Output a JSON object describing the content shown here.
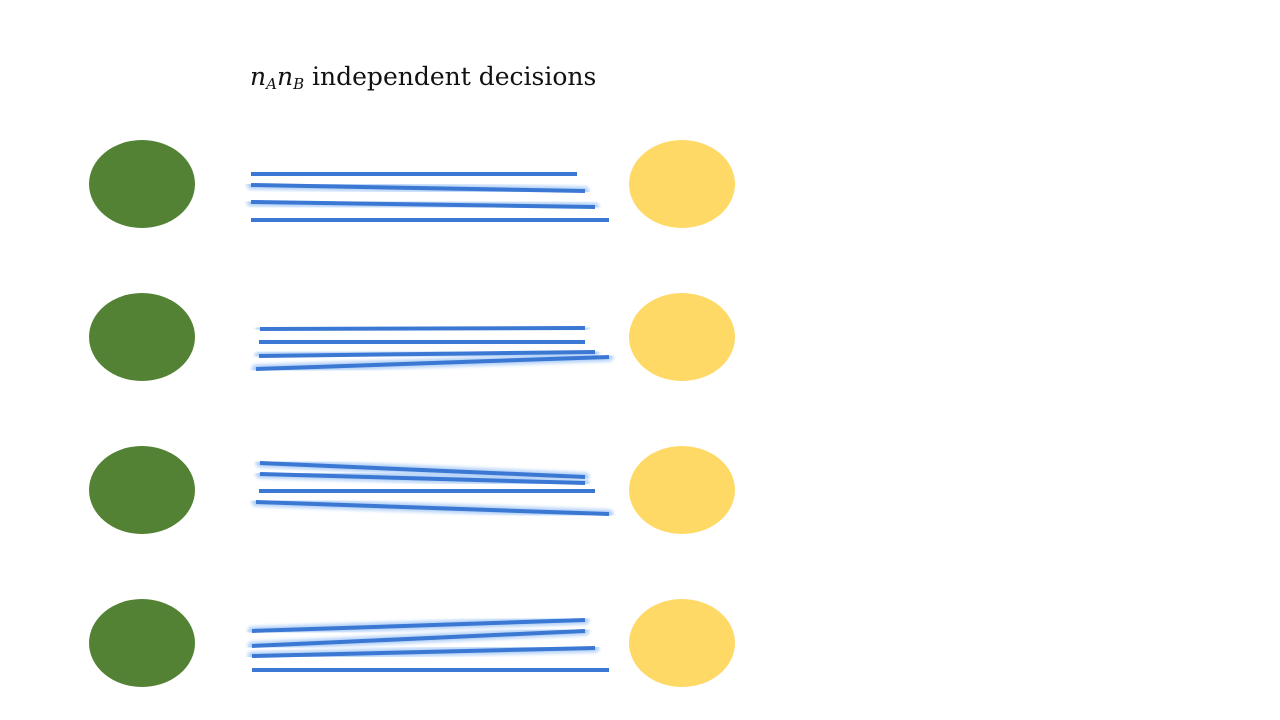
{
  "title": {
    "var1": "n",
    "sub1": "A",
    "var2": "n",
    "sub2": "B",
    "text": " independent decisions"
  },
  "colors": {
    "left_node": "#548235",
    "right_node": "#FFD966",
    "edge": "#3A78D4",
    "edge_glow": "#A9CBF7"
  },
  "graph": {
    "left_nodes": [
      "A1",
      "A2",
      "A3",
      "A4"
    ],
    "right_nodes": [
      "B1",
      "B2",
      "B3",
      "B4"
    ],
    "edges": [
      [
        "A1",
        "B1"
      ],
      [
        "A1",
        "B2"
      ],
      [
        "A1",
        "B3"
      ],
      [
        "A1",
        "B4"
      ],
      [
        "A2",
        "B1"
      ],
      [
        "A2",
        "B2"
      ],
      [
        "A2",
        "B3"
      ],
      [
        "A2",
        "B4"
      ],
      [
        "A3",
        "B1"
      ],
      [
        "A3",
        "B2"
      ],
      [
        "A3",
        "B3"
      ],
      [
        "A3",
        "B4"
      ],
      [
        "A4",
        "B1"
      ],
      [
        "A4",
        "B2"
      ],
      [
        "A4",
        "B3"
      ],
      [
        "A4",
        "B4"
      ]
    ]
  }
}
